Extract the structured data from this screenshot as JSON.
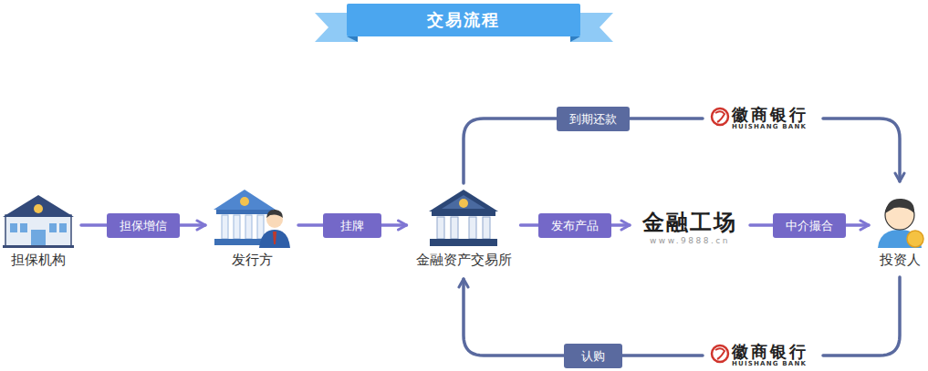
{
  "diagram": {
    "title": "交易流程",
    "nodes": [
      {
        "text": [
          "担保机构"
        ]
      },
      {
        "text": [
          "发行方"
        ]
      },
      {
        "text": [
          "金融资产交易所"
        ]
      },
      {
        "text": [
          "金融工场",
          "www.9888.cn"
        ]
      },
      {
        "text": [
          "投资人"
        ]
      },
      {
        "text": [
          "徽商银行",
          "HUISHANG BANK"
        ]
      },
      {
        "text": [
          "徽商银行",
          "HUISHANG BANK"
        ]
      }
    ],
    "edges": [
      {
        "from": 0,
        "to": 1,
        "label": "担保增信",
        "arrow": "to"
      },
      {
        "from": 1,
        "to": 2,
        "label": "挂牌",
        "arrow": "to"
      },
      {
        "from": 2,
        "to": 3,
        "label": "发布产品",
        "arrow": "to"
      },
      {
        "from": 3,
        "to": 4,
        "label": "中介撮合",
        "arrow": "to"
      },
      {
        "from": 2,
        "to": 5,
        "label": "到期还款",
        "arrow": "none"
      },
      {
        "from": 5,
        "to": 4,
        "arrow": "to"
      },
      {
        "from": 4,
        "to": 6,
        "arrow": "none"
      },
      {
        "from": 6,
        "to": 2,
        "label": "认购",
        "arrow": "to"
      }
    ]
  }
}
